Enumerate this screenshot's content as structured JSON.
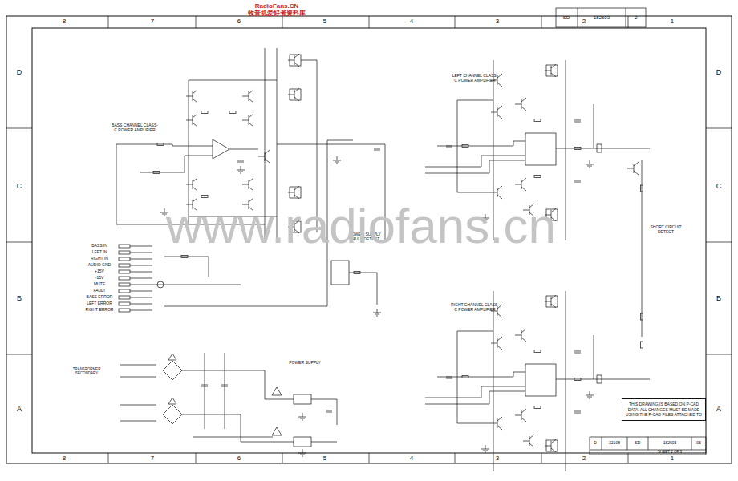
{
  "diagram": {
    "nodes": [
      {
        "text": [
          "THIS DRAWING IS BASED ON P-CAD DATA. ALL CHANGES MUST BE MADE USING THE P-CAD FILES ATTACHED TO"
        ]
      }
    ],
    "labels": [
      "RadioFans.CN",
      "收音机爱好者资料库",
      "8",
      "7",
      "6",
      "5",
      "4",
      "3",
      "2",
      "1",
      "8",
      "7",
      "6",
      "5",
      "4",
      "3",
      "2",
      "1",
      "D",
      "C",
      "B",
      "A",
      "D",
      "C",
      "B",
      "A",
      "BASS CHANNEL CLASS-C POWER AMPLIFIER",
      "LEFT CHANNEL CLASS-C POWER AMPLIFIER",
      "RIGHT CHANNEL CLASS-C POWER AMPLIFIER",
      "POWER SUPPLY FAULT DETECT",
      "POWER SUPPLY",
      "SHORT CIRCUIT DETECT",
      "www.radiofans.cn",
      "SD",
      "182603",
      "2",
      "D",
      "32108",
      "SD",
      "182603",
      "03",
      "SHEET 2 OF 3",
      "BASS IN",
      "LEFT IN",
      "RIGHT IN",
      "AUDIO GND",
      "+15V",
      "-15V",
      "MUTE",
      "FAULT",
      "BASS ERROR",
      "LEFT ERROR",
      "RIGHT ERROR",
      "TRANSFORMER SECONDARY"
    ]
  }
}
